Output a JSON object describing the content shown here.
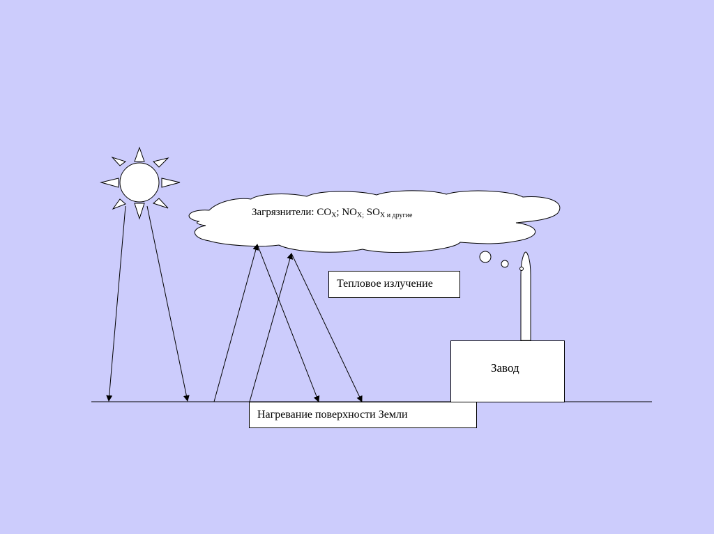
{
  "cloud": {
    "prefix": "Загрязнители: CO",
    "co_sub": "X",
    "sep1": "; NO",
    "no_sub": "X;",
    "sep2": " SO",
    "so_sub": "X",
    "tail": " и другие"
  },
  "heat_label": "Тепловое излучение",
  "surface_label": "Нагревание поверхности Земли",
  "factory_label": "Завод",
  "colors": {
    "background": "#ccccfc",
    "fill": "#ffffff",
    "stroke": "#000000"
  }
}
